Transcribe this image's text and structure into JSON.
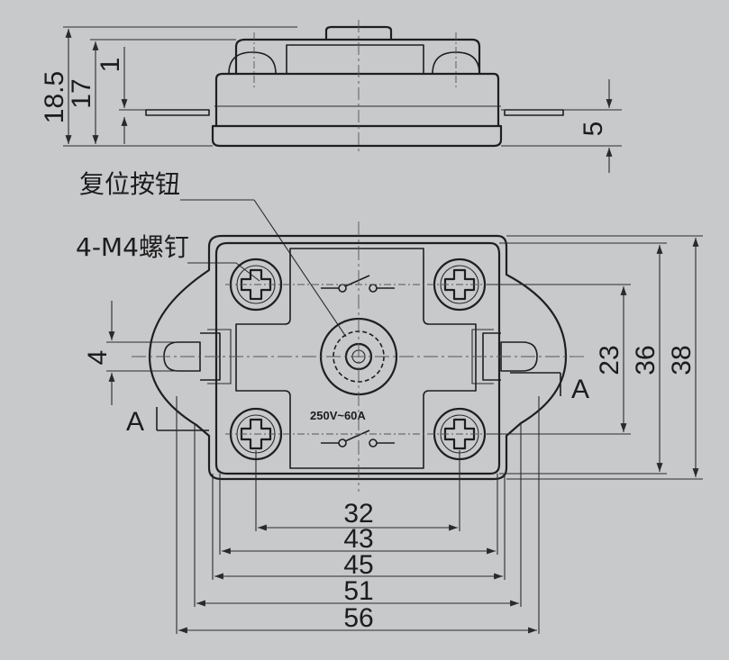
{
  "labels": {
    "reset_button": "复位按钮",
    "screw": "4-M4螺钉",
    "rating": "250V~60A",
    "section_left": "A",
    "section_right": "A"
  },
  "dimensions": {
    "height_total": "18.5",
    "height_body": "17",
    "height_button": "1",
    "height_tab": "5",
    "hole_dia": "4",
    "width_32": "32",
    "width_43": "43",
    "width_45": "45",
    "width_51": "51",
    "width_56": "56",
    "height_23": "23",
    "height_36": "36",
    "height_38": "38"
  },
  "colors": {
    "background": "#c8c9cb",
    "line": "#1f1f1f"
  }
}
